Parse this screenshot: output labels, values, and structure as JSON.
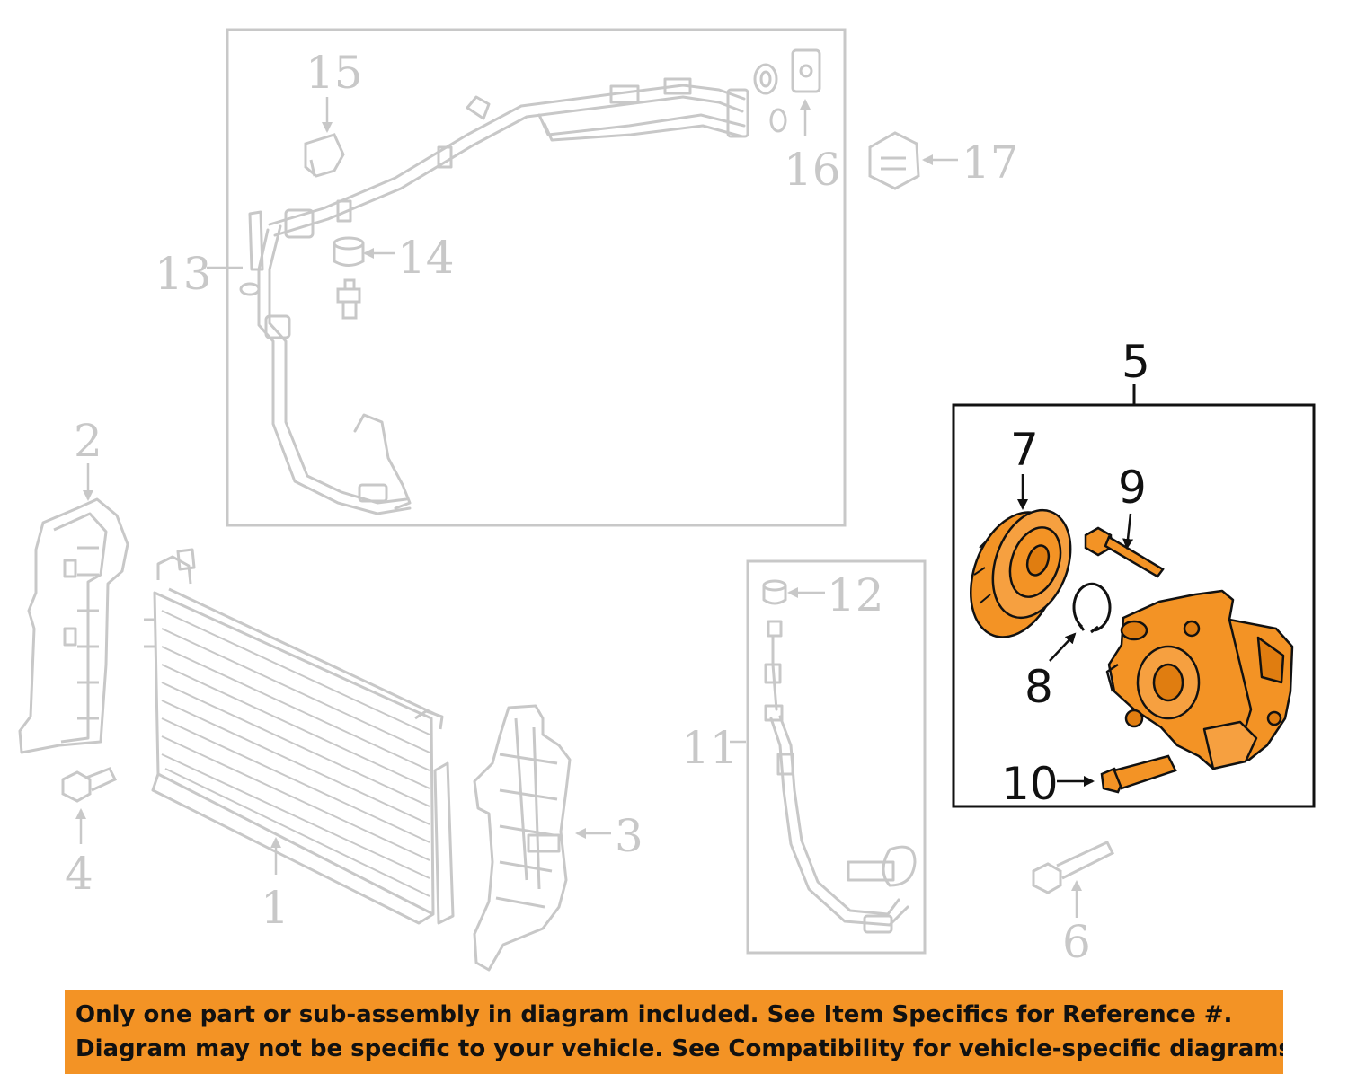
{
  "callouts": {
    "c1": "1",
    "c2": "2",
    "c3": "3",
    "c4": "4",
    "c5": "5",
    "c6": "6",
    "c7": "7",
    "c8": "8",
    "c9": "9",
    "c10": "10",
    "c11": "11",
    "c12": "12",
    "c13": "13",
    "c14": "14",
    "c15": "15",
    "c16": "16",
    "c17": "17"
  },
  "banner": {
    "line1": "Only one part or sub-assembly in diagram included. See Item Specifics for Reference #.",
    "line2": "Diagram may not be specific to your vehicle. See Compatibility for vehicle-specific diagrams."
  },
  "colors": {
    "ghost": "#c8c8c8",
    "highlight": "#f39325",
    "ink": "#111111"
  }
}
